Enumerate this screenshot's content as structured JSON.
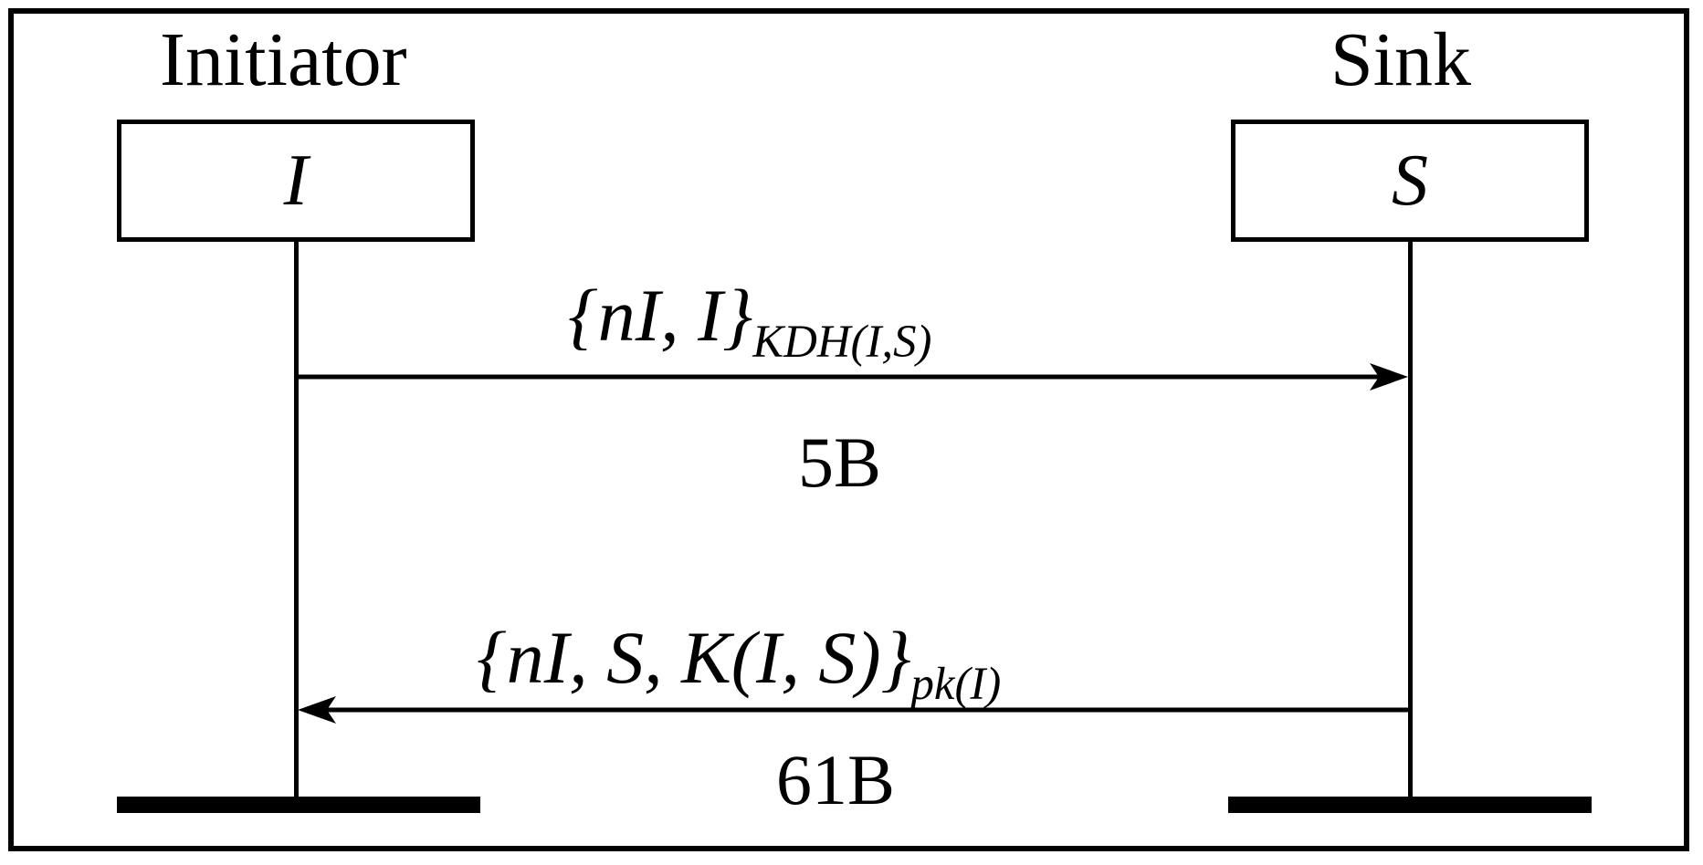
{
  "actors": {
    "initiator": {
      "name": "Initiator",
      "symbol": "I"
    },
    "sink": {
      "name": "Sink",
      "symbol": "S"
    }
  },
  "messages": [
    {
      "direction": "initiator-to-sink",
      "content": "{nI, I}",
      "subscript": "KDH(I,S)",
      "size": "5B"
    },
    {
      "direction": "sink-to-initiator",
      "content": "{nI, S, K(I, S)}",
      "subscript": "pk(I)",
      "size": "61B"
    }
  ]
}
